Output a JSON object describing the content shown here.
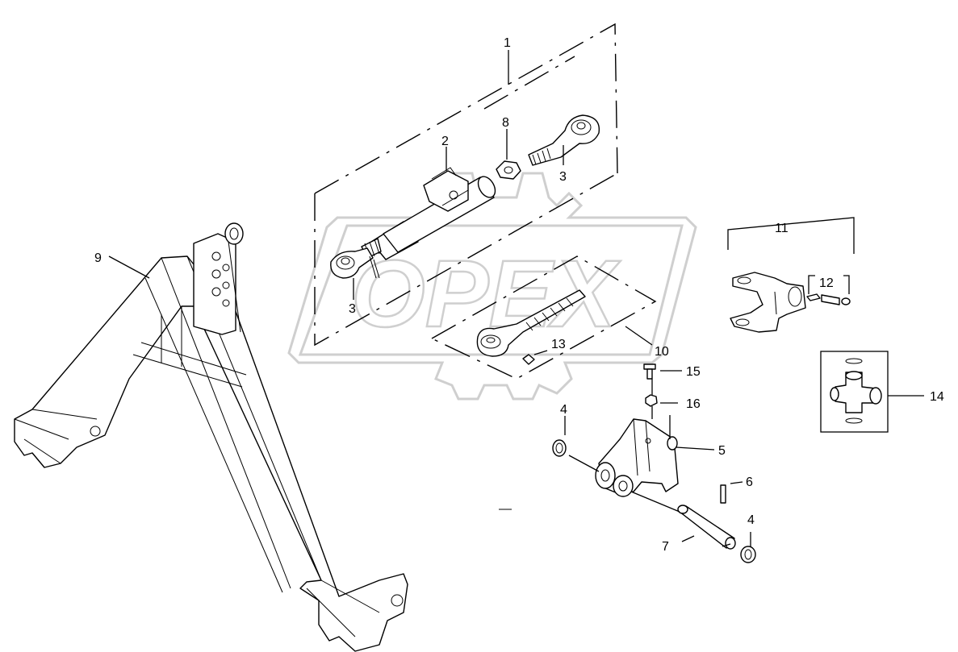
{
  "watermark": {
    "text": "OPEX"
  },
  "callouts": [
    {
      "id": "c1",
      "text": "1"
    },
    {
      "id": "c2",
      "text": "2"
    },
    {
      "id": "c3a",
      "text": "3"
    },
    {
      "id": "c3b",
      "text": "3"
    },
    {
      "id": "c4a",
      "text": "4"
    },
    {
      "id": "c4b",
      "text": "4"
    },
    {
      "id": "c5",
      "text": "5"
    },
    {
      "id": "c6",
      "text": "6"
    },
    {
      "id": "c7",
      "text": "7"
    },
    {
      "id": "c8",
      "text": "8"
    },
    {
      "id": "c9",
      "text": "9"
    },
    {
      "id": "c10",
      "text": "10"
    },
    {
      "id": "c11",
      "text": "11"
    },
    {
      "id": "c12",
      "text": "12"
    },
    {
      "id": "c13",
      "text": "13"
    },
    {
      "id": "c14",
      "text": "14"
    },
    {
      "id": "c15",
      "text": "15"
    },
    {
      "id": "c16",
      "text": "16"
    }
  ]
}
